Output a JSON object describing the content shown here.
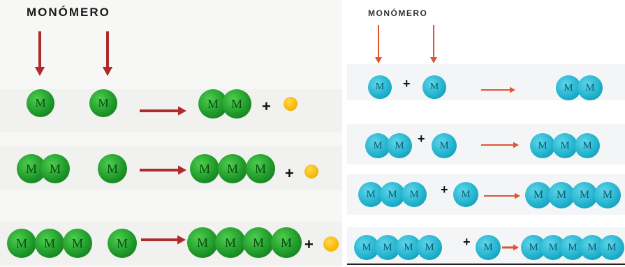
{
  "left_panel": {
    "title": "MONÓMERO",
    "monomer_label": "M",
    "plus": "+",
    "colors": {
      "monomer": "#1f9a2a",
      "arrow": "#b02a2a",
      "byproduct": "#f5b400"
    },
    "steps": [
      {
        "reactant_chain": 1,
        "product_chain": 2
      },
      {
        "reactant_chain": 2,
        "product_chain": 3
      },
      {
        "reactant_chain": 3,
        "product_chain": 4
      }
    ]
  },
  "right_panel": {
    "title": "MONÓMERO",
    "monomer_label": "M",
    "plus": "+",
    "colors": {
      "monomer": "#1fb0cc",
      "arrow": "#e2552f"
    },
    "steps": [
      {
        "reactant_chain": 1,
        "product_chain": 2
      },
      {
        "reactant_chain": 2,
        "product_chain": 3
      },
      {
        "reactant_chain": 3,
        "product_chain": 4
      },
      {
        "reactant_chain": 4,
        "product_chain": 5
      }
    ]
  }
}
